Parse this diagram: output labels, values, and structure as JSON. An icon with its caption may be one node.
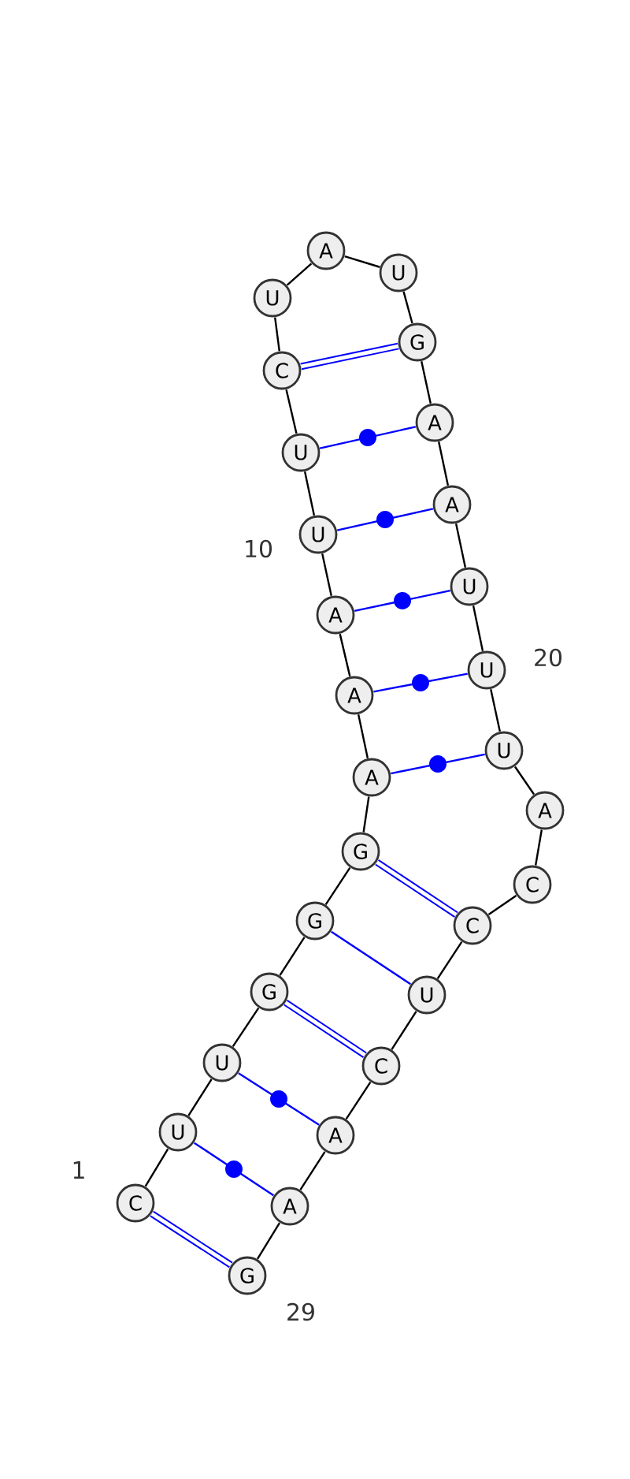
{
  "diagram": {
    "nodes": [
      {
        "text": [
          "C"
        ],
        "beside": [
          "1"
        ]
      },
      {
        "text": [
          "U"
        ]
      },
      {
        "text": [
          "U"
        ]
      },
      {
        "text": [
          "G"
        ]
      },
      {
        "text": [
          "G"
        ]
      },
      {
        "text": [
          "G"
        ]
      },
      {
        "text": [
          "A"
        ]
      },
      {
        "text": [
          "A"
        ]
      },
      {
        "text": [
          "A"
        ]
      },
      {
        "text": [
          "U"
        ],
        "beside": [
          "10"
        ]
      },
      {
        "text": [
          "U"
        ]
      },
      {
        "text": [
          "C"
        ]
      },
      {
        "text": [
          "U"
        ]
      },
      {
        "text": [
          "A"
        ]
      },
      {
        "text": [
          "U"
        ]
      },
      {
        "text": [
          "G"
        ]
      },
      {
        "text": [
          "A"
        ]
      },
      {
        "text": [
          "A"
        ]
      },
      {
        "text": [
          "U"
        ]
      },
      {
        "text": [
          "U"
        ],
        "beside": [
          "20"
        ]
      },
      {
        "text": [
          "U"
        ]
      },
      {
        "text": [
          "A"
        ]
      },
      {
        "text": [
          "C"
        ]
      },
      {
        "text": [
          "C"
        ]
      },
      {
        "text": [
          "U"
        ]
      },
      {
        "text": [
          "C"
        ]
      },
      {
        "text": [
          "A"
        ]
      },
      {
        "text": [
          "A"
        ]
      },
      {
        "text": [
          "G"
        ],
        "beside": [
          "29"
        ]
      }
    ],
    "edges": [
      {
        "from": 0,
        "to": 1,
        "arrow": "none"
      },
      {
        "from": 1,
        "to": 2,
        "arrow": "none"
      },
      {
        "from": 2,
        "to": 3,
        "arrow": "none"
      },
      {
        "from": 3,
        "to": 4,
        "arrow": "none"
      },
      {
        "from": 4,
        "to": 5,
        "arrow": "none"
      },
      {
        "from": 5,
        "to": 6,
        "arrow": "none"
      },
      {
        "from": 6,
        "to": 7,
        "arrow": "none"
      },
      {
        "from": 7,
        "to": 8,
        "arrow": "none"
      },
      {
        "from": 8,
        "to": 9,
        "arrow": "none"
      },
      {
        "from": 9,
        "to": 10,
        "arrow": "none"
      },
      {
        "from": 10,
        "to": 11,
        "arrow": "none"
      },
      {
        "from": 11,
        "to": 12,
        "arrow": "none"
      },
      {
        "from": 12,
        "to": 13,
        "arrow": "none"
      },
      {
        "from": 13,
        "to": 14,
        "arrow": "none"
      },
      {
        "from": 14,
        "to": 15,
        "arrow": "none"
      },
      {
        "from": 15,
        "to": 16,
        "arrow": "none"
      },
      {
        "from": 16,
        "to": 17,
        "arrow": "none"
      },
      {
        "from": 17,
        "to": 18,
        "arrow": "none"
      },
      {
        "from": 18,
        "to": 19,
        "arrow": "none"
      },
      {
        "from": 19,
        "to": 20,
        "arrow": "none"
      },
      {
        "from": 20,
        "to": 21,
        "arrow": "none"
      },
      {
        "from": 21,
        "to": 22,
        "arrow": "none"
      },
      {
        "from": 22,
        "to": 23,
        "arrow": "none"
      },
      {
        "from": 23,
        "to": 24,
        "arrow": "none"
      },
      {
        "from": 24,
        "to": 25,
        "arrow": "none"
      },
      {
        "from": 25,
        "to": 26,
        "arrow": "none"
      },
      {
        "from": 26,
        "to": 27,
        "arrow": "none"
      },
      {
        "from": 27,
        "to": 28,
        "arrow": "none"
      },
      {
        "from": 0,
        "to": 28,
        "arrow": "none",
        "color": "#0000ff",
        "style": "thick"
      },
      {
        "from": 1,
        "to": 27,
        "arrow": "none",
        "color": "#0000ff"
      },
      {
        "from": 2,
        "to": 26,
        "arrow": "none",
        "color": "#0000ff"
      },
      {
        "from": 3,
        "to": 25,
        "arrow": "none",
        "color": "#0000ff",
        "style": "thick"
      },
      {
        "from": 4,
        "to": 24,
        "arrow": "none",
        "color": "#0000ff"
      },
      {
        "from": 5,
        "to": 23,
        "arrow": "none",
        "color": "#0000ff",
        "style": "thick"
      },
      {
        "from": 6,
        "to": 20,
        "arrow": "none",
        "color": "#0000ff"
      },
      {
        "from": 7,
        "to": 19,
        "arrow": "none",
        "color": "#0000ff"
      },
      {
        "from": 8,
        "to": 18,
        "arrow": "none",
        "color": "#0000ff"
      },
      {
        "from": 9,
        "to": 17,
        "arrow": "none",
        "color": "#0000ff"
      },
      {
        "from": 10,
        "to": 16,
        "arrow": "none",
        "color": "#0000ff"
      },
      {
        "from": 11,
        "to": 15,
        "arrow": "none",
        "color": "#0000ff",
        "style": "thick"
      }
    ]
  }
}
